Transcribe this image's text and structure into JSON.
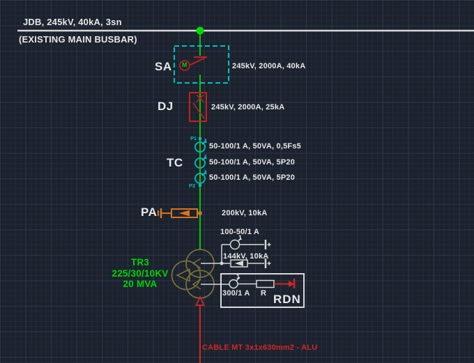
{
  "busbar": {
    "title": "JDB, 245kV, 40kA, 3sn",
    "subtitle": "(EXISTING MAIN BUSBAR)"
  },
  "sa": {
    "label": "SA",
    "rating": "245kV, 2000A, 40kA",
    "motor": "M"
  },
  "dj": {
    "label": "DJ",
    "rating": "245kV, 2000A, 25kA"
  },
  "tc": {
    "label": "TC",
    "terminal_top": "P1",
    "terminal_bottom": "P2",
    "cts": [
      {
        "index": "1",
        "rating": "50-100/1 A, 50VA, 0,5Fs5"
      },
      {
        "index": "1",
        "rating": "50-100/1 A, 50VA, 5P20"
      },
      {
        "index": "1",
        "rating": "50-100/1 A, 50VA, 5P20"
      }
    ]
  },
  "pa": {
    "label": "PA",
    "rating": "200kV, 10kA"
  },
  "neutral_ct": {
    "index": "1",
    "rating": "100-50/1 A"
  },
  "neutral_arrester": {
    "rating": "144kV, 10kA"
  },
  "transformer": {
    "name": "TR3",
    "ratio": "225/30/10KV",
    "power": "20 MVA"
  },
  "rdn": {
    "label": "RDN",
    "ct_index": "1",
    "ct_rating": "300/1 A",
    "resistor": "R"
  },
  "cable": {
    "label": "CABLE MT 3x1x630mm2 - ALU"
  },
  "colors": {
    "background": "#1b222d",
    "grid_minor": "#222a37",
    "grid_major": "#2b3547",
    "busbar_white": "#d8d8d8",
    "feeder_green": "#00c800",
    "switchgear_red": "#c81e1e",
    "ct_cyan": "#00bfbf",
    "arrester_orange": "#d9731f",
    "transformer_olive": "#7b6f3e",
    "label_green": "#00d400",
    "cable_red": "#d42525",
    "text_white": "#e8e8e8"
  }
}
